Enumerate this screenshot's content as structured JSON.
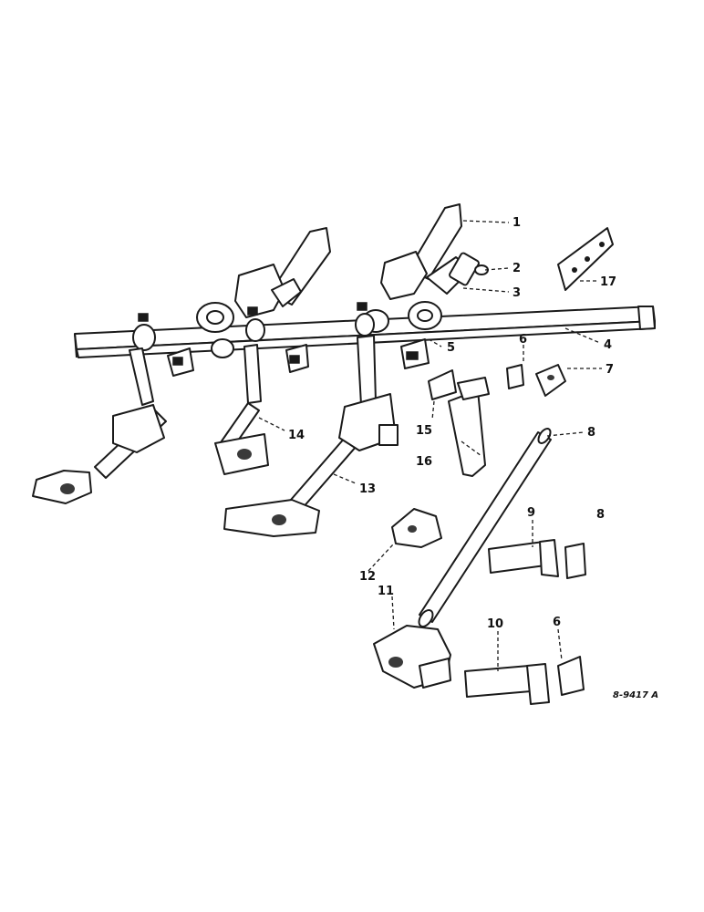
{
  "diagram": {
    "drawing_code": "8-9417 A",
    "callouts": [
      "1",
      "2",
      "3",
      "4",
      "5",
      "6",
      "7",
      "8",
      "9",
      "10",
      "11",
      "12",
      "13",
      "14",
      "15",
      "16",
      "17",
      "6"
    ],
    "loose_mark": "8"
  }
}
